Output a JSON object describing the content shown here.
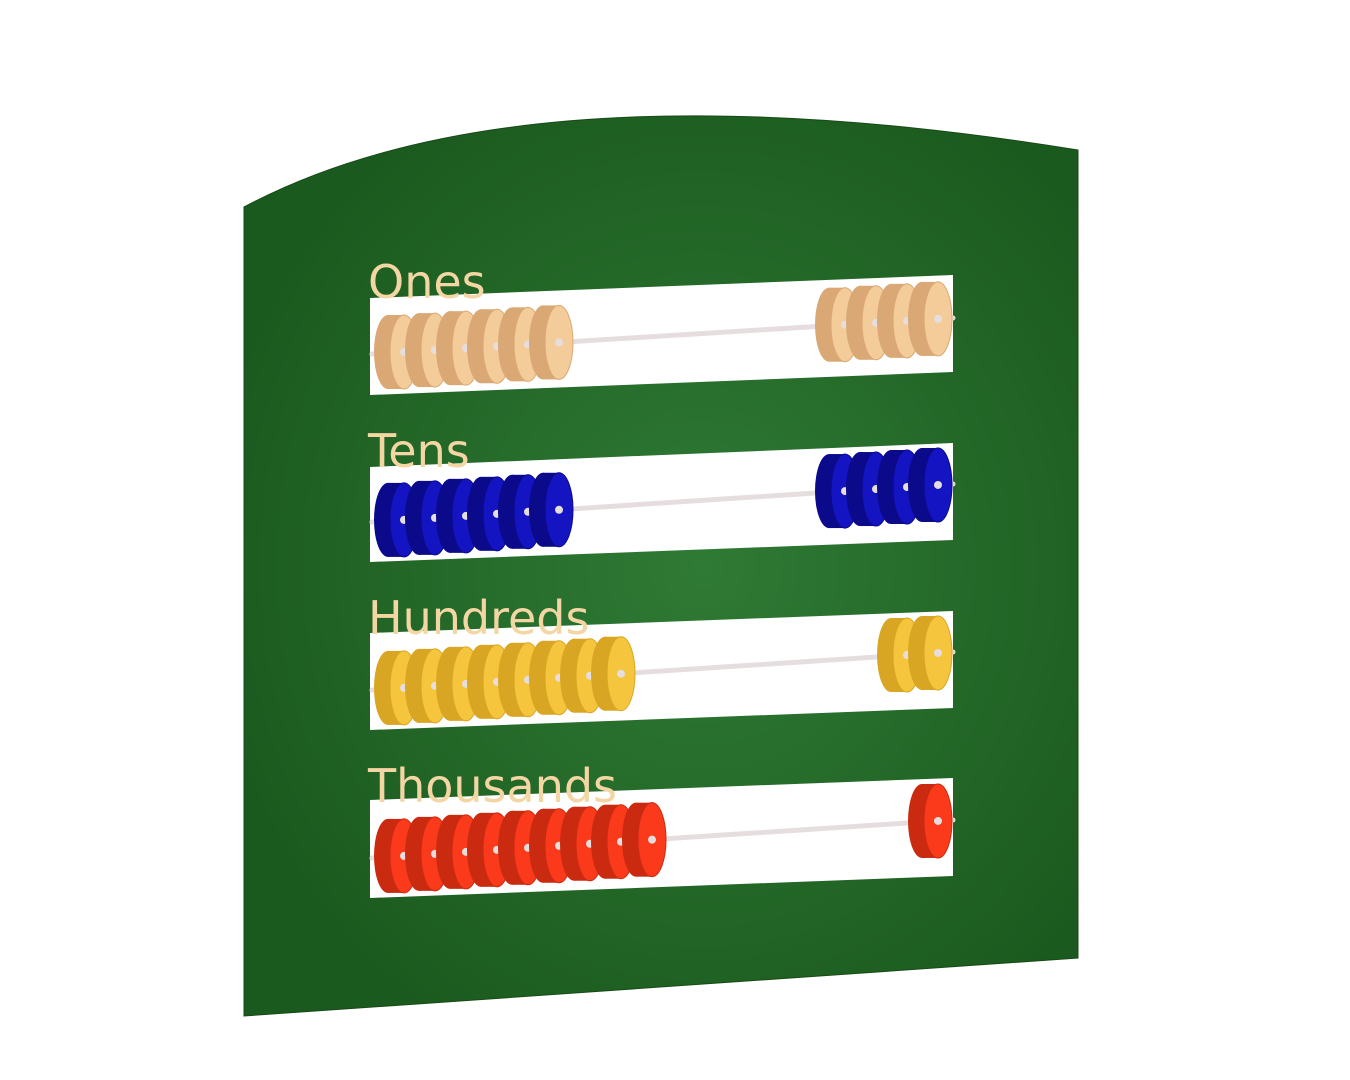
{
  "abacus": {
    "board_color": "#1f5e1f",
    "rod_color": "#e8e2e2",
    "rows": [
      {
        "label": "Ones",
        "bead_color": "#f3cc9a",
        "bead_edge": "#d9a874",
        "left_count": 6,
        "right_count": 4
      },
      {
        "label": "Tens",
        "bead_color": "#1414c2",
        "bead_edge": "#0a0a8a",
        "left_count": 6,
        "right_count": 4
      },
      {
        "label": "Hundreds",
        "bead_color": "#f5c53e",
        "bead_edge": "#d9a623",
        "left_count": 8,
        "right_count": 2
      },
      {
        "label": "Thousands",
        "bead_color": "#fb3a1c",
        "bead_edge": "#c92a10",
        "left_count": 9,
        "right_count": 1
      }
    ]
  }
}
